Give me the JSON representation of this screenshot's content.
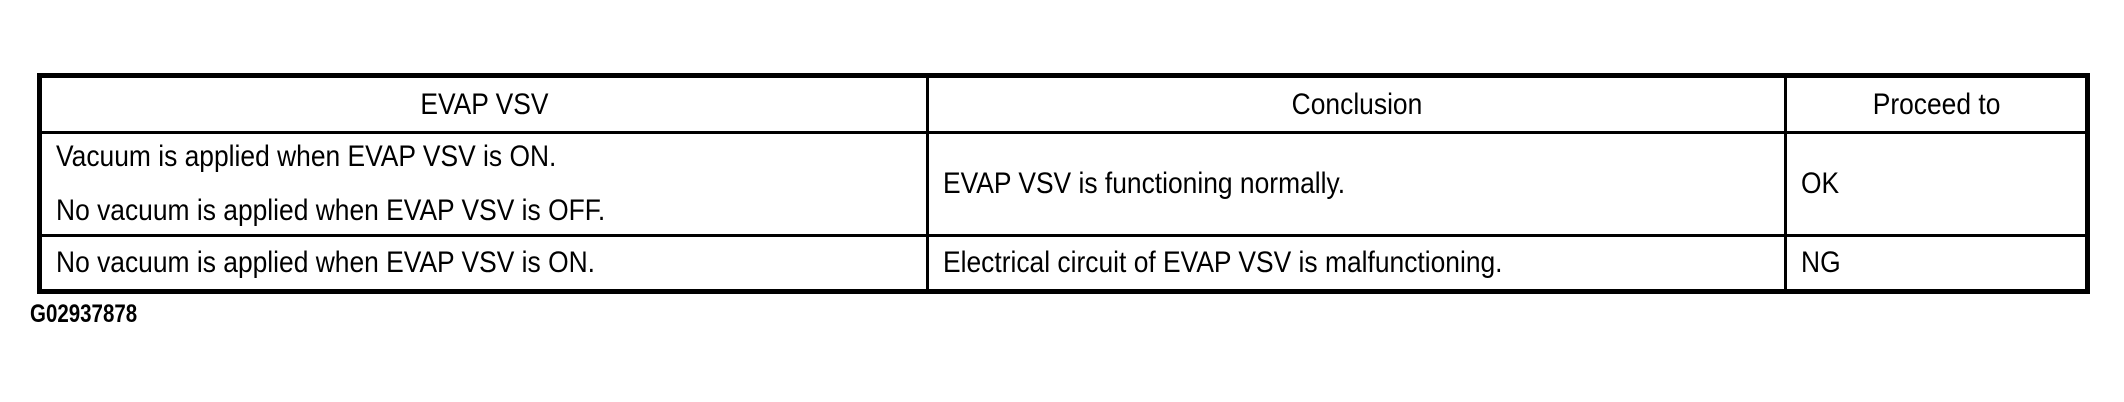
{
  "table": {
    "headers": [
      {
        "label": "EVAP VSV",
        "align": "center"
      },
      {
        "label": "Conclusion",
        "align": "center"
      },
      {
        "label": "Proceed to",
        "align": "center"
      }
    ],
    "rows": [
      {
        "condition_lines": [
          "Vacuum is applied when EVAP VSV is ON.",
          "No vacuum is applied when EVAP VSV is OFF."
        ],
        "conclusion": "EVAP VSV is functioning normally.",
        "proceed_to": "OK"
      },
      {
        "condition_lines": [
          "No vacuum is applied when EVAP VSV is ON."
        ],
        "conclusion": "Electrical circuit of EVAP VSV is malfunctioning.",
        "proceed_to": "NG"
      }
    ]
  },
  "caption": {
    "text": "G02937878"
  },
  "colors": {
    "border": "#000000",
    "text": "#000000",
    "background": "#ffffff"
  }
}
